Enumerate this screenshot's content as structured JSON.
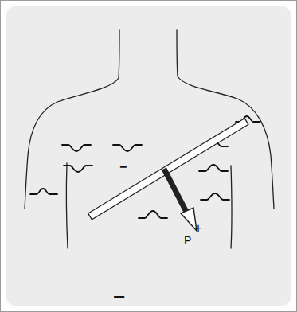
{
  "diagram": {
    "labels": [
      "+",
      "P",
      "−",
      "−"
    ]
  }
}
